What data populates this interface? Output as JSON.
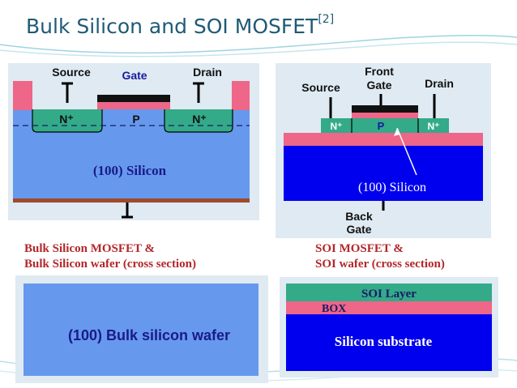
{
  "slide": {
    "title": "Bulk Silicon and SOI MOSFET",
    "title_ref": "[2]"
  },
  "bulk_mosfet": {
    "source_label": "Source",
    "gate_label": "Gate",
    "drain_label": "Drain",
    "n_left": "N⁺",
    "p_label": "P",
    "n_right": "N⁺",
    "silicon_label": "(100) Silicon"
  },
  "soi_mosfet": {
    "source_label": "Source",
    "front_label": "Front",
    "gate_label": "Gate",
    "drain_label": "Drain",
    "n_left": "N⁺",
    "p_label": "P",
    "n_right": "N⁺",
    "silicon_label": "(100) Silicon",
    "back_label": "Back",
    "back_gate_label": "Gate"
  },
  "captions": {
    "bulk_line1": "Bulk Silicon MOSFET &",
    "bulk_line2": "Bulk Silicon wafer (cross section)",
    "soi_line1": "SOI MOSFET &",
    "soi_line2": "SOI wafer (cross section)"
  },
  "bulk_wafer": {
    "label": "(100) Bulk silicon wafer"
  },
  "soi_wafer": {
    "soi_layer_label": "SOI  Layer",
    "box_label": "BOX",
    "substrate_label": "Silicon substrate"
  },
  "colors": {
    "title": "#1f5a75",
    "silicon_blue": "#6699ee",
    "substrate_blue": "#0000ee",
    "oxide_pink": "#ee6688",
    "n_region_green": "#33aa88",
    "bottom_contact": "#a04a2a",
    "caption_red": "#b3262a",
    "panel_bg": "#dfeaf2"
  }
}
